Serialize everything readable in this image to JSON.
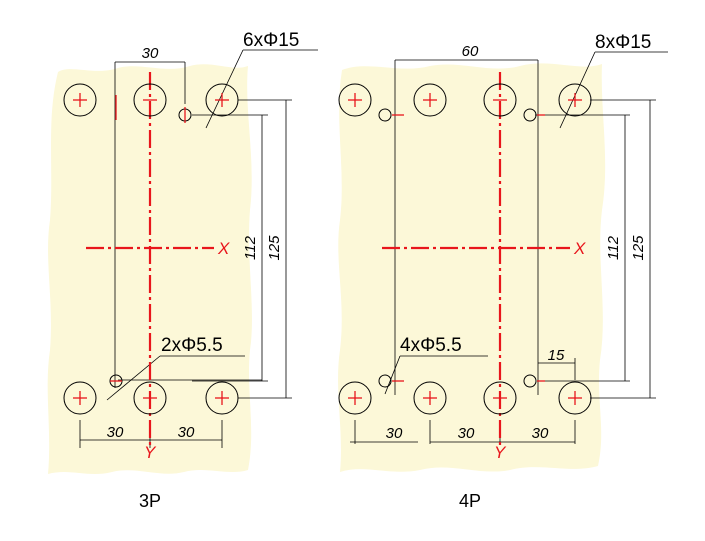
{
  "colors": {
    "plate_fill": "#fcf8d8",
    "centerline": "#e8161c",
    "line": "#000000"
  },
  "plate_3p": {
    "caption": "3P",
    "callout_large_holes": "6xΦ15",
    "callout_small_holes": "2xΦ5.5",
    "dim_top": "30",
    "dim_bottom_left": "30",
    "dim_bottom_right": "30",
    "dim_vertical_inner": "112",
    "dim_vertical_outer": "125",
    "axis_x": "X",
    "axis_y": "Y"
  },
  "plate_4p": {
    "caption": "4P",
    "callout_large_holes": "8xΦ15",
    "callout_small_holes": "4xΦ5.5",
    "dim_top": "60",
    "dim_small_offset": "15",
    "dim_bottom_left": "30",
    "dim_bottom_middle": "30",
    "dim_bottom_right": "30",
    "dim_vertical_inner": "112",
    "dim_vertical_outer": "125",
    "axis_x": "X",
    "axis_y": "Y"
  }
}
